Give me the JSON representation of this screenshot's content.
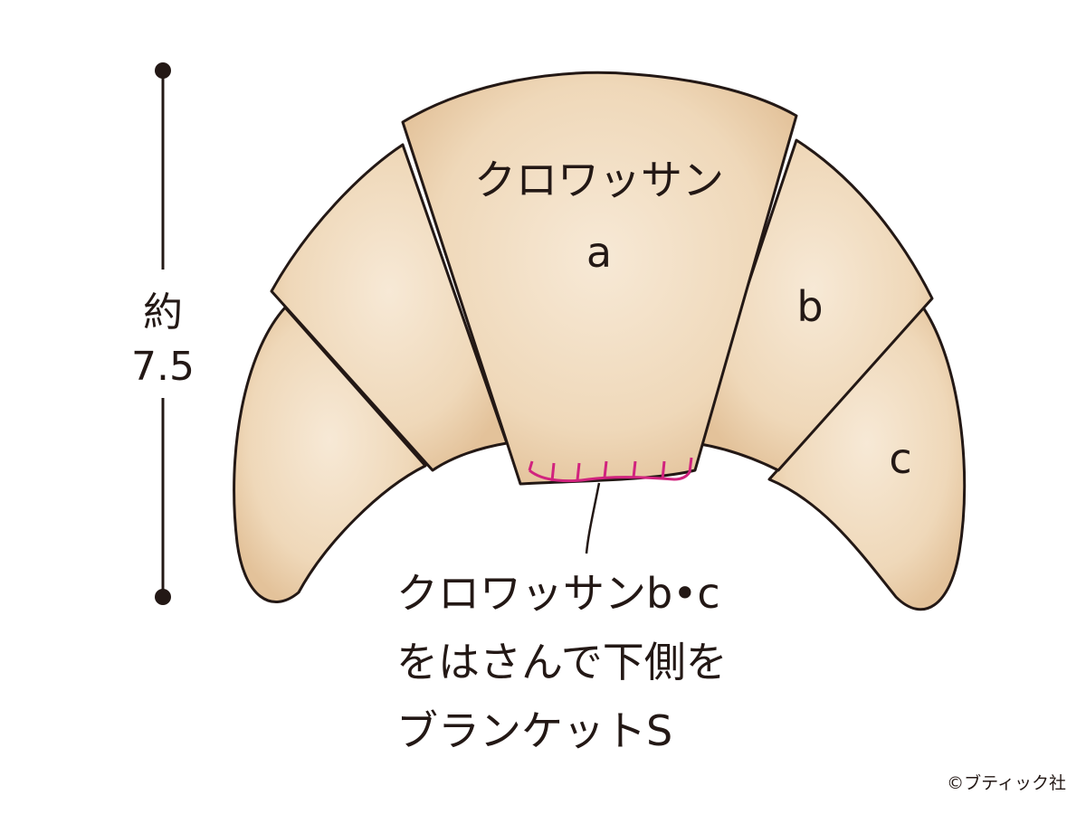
{
  "diagram": {
    "dimension": {
      "prefix": "約",
      "value": "7.5"
    },
    "pieces": {
      "a": {
        "name": "クロワッサン",
        "letter": "a"
      },
      "b": {
        "letter": "b"
      },
      "c": {
        "letter": "c"
      }
    },
    "note": {
      "line1": "クロワッサンb•c",
      "line2": "をはさんで下側を",
      "line3": "ブランケットS"
    },
    "credit": "©ブティック社",
    "colors": {
      "fill": "#ecd4b3",
      "fill_center": "#f6e7d3",
      "outline": "#231815",
      "stitch": "#d1237e"
    }
  }
}
